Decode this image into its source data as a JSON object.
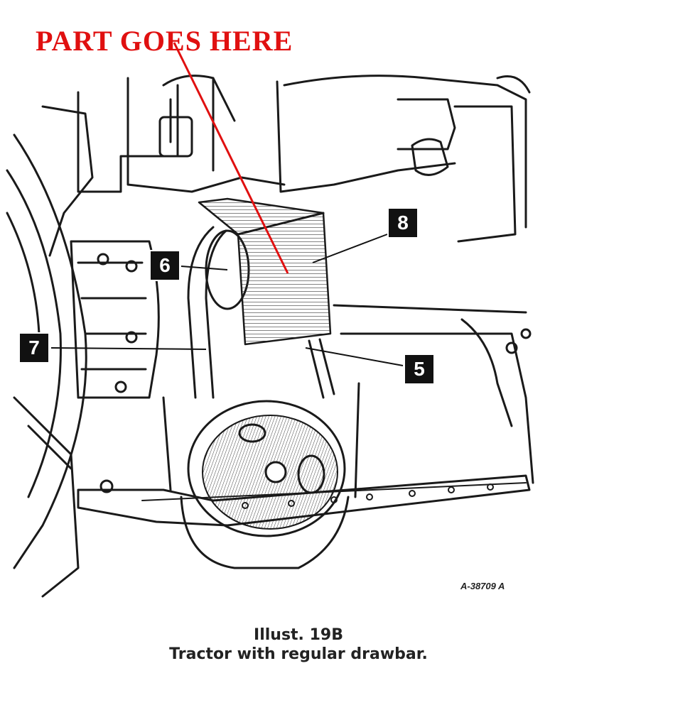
{
  "headline": {
    "text": "PART GOES HERE",
    "color": "#e01010"
  },
  "callouts": [
    "8",
    "6",
    "7",
    "5"
  ],
  "figure_id": "A-38709 A",
  "caption": {
    "number": "Illust. 19B",
    "description": "Tractor with regular drawbar."
  },
  "colors": {
    "ink": "#1a1a1a",
    "pointer": "#e01010",
    "callout_bg": "#111111",
    "callout_fg": "#ffffff"
  }
}
